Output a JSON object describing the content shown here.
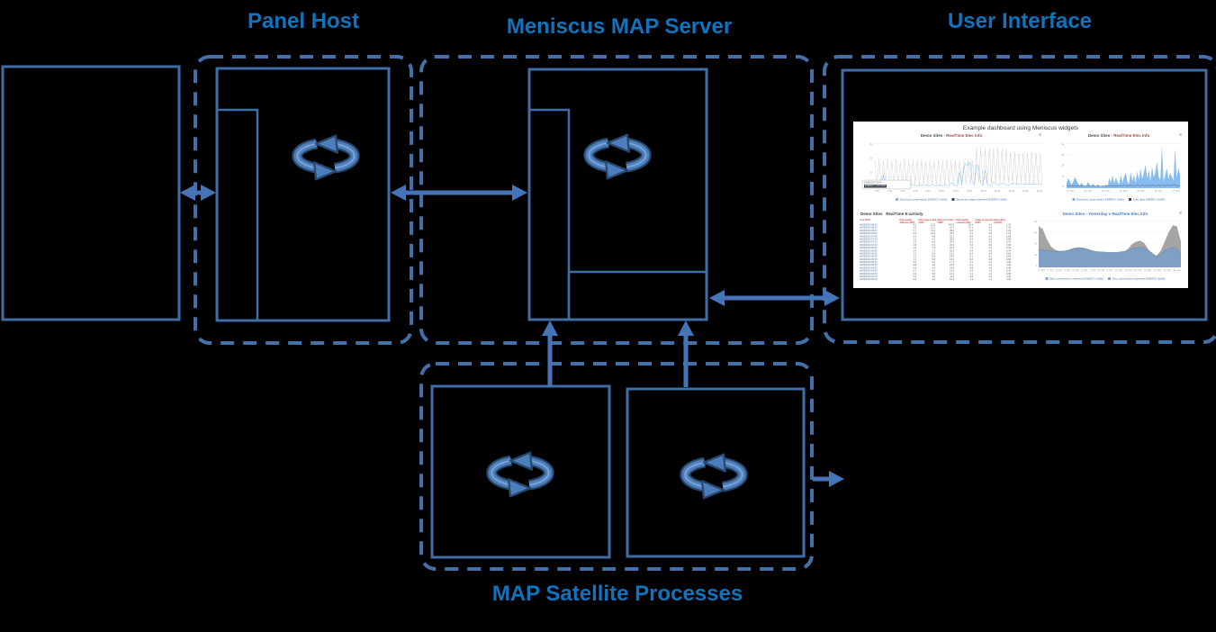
{
  "colors": {
    "background": "#000000",
    "title_blue": "#1273BD",
    "box_border": "#3F6DA6",
    "dashed_border": "#4470A8",
    "arrow": "#4574B8",
    "icon_main": "#4C7EBB",
    "icon_dark": "#27496F",
    "icon_light": "#7FA8D9",
    "table_red": "#C00000",
    "link_blue": "#3B6FB5"
  },
  "labels": {
    "panel_host": "Panel Host",
    "map_server": "Meniscus MAP Server",
    "user_interface": "User Interface",
    "satellites": "MAP Satellite Processes"
  },
  "icons": {
    "sync": "sync-cycle-arrows",
    "menu": "hamburger-menu"
  },
  "dashboard": {
    "title": "Example dashboard using Meniscus widgets",
    "charts": {
      "tl": {
        "title_a": "Demo Sites -",
        "title_b": "RealTime Elec Info",
        "menu_icon": "≡",
        "y_ticks": [
          "3k",
          "2k",
          "1k",
          "0"
        ],
        "x_ticks": [
          "0:00",
          "2:00",
          "4:00",
          "6:00",
          "8:00",
          "10:00",
          "12:00",
          "14:00",
          "16:00",
          "18:00",
          "20:00",
          "22:00",
          "24:00"
        ],
        "gray": [
          62,
          8,
          64,
          6,
          60,
          10,
          66,
          8,
          62,
          6,
          64,
          9,
          60,
          7,
          65,
          8,
          62,
          6,
          63,
          9,
          61,
          7,
          64,
          8,
          60,
          6,
          65,
          9,
          62,
          7,
          63,
          8,
          61,
          6,
          64,
          9,
          62,
          7,
          60,
          8,
          63,
          6,
          65,
          9,
          61,
          7,
          62,
          8,
          88,
          12,
          90,
          10,
          86,
          14,
          89,
          11,
          87,
          12,
          90,
          10,
          88,
          13,
          86,
          11,
          78,
          10,
          80,
          8,
          76,
          12,
          79,
          9,
          77,
          10,
          80,
          8,
          78,
          11,
          76,
          9
        ],
        "blue": [
          6,
          5,
          7,
          6,
          30,
          6,
          5,
          7,
          6,
          5,
          8,
          6,
          5,
          7,
          9,
          6,
          5,
          8,
          6,
          7,
          5,
          6,
          8,
          5,
          7,
          6,
          5,
          9,
          6,
          5,
          7,
          6,
          5,
          8,
          6,
          5,
          12,
          8,
          6,
          5,
          36,
          10,
          44,
          55,
          50,
          58,
          12,
          8,
          52,
          48,
          10,
          6,
          40,
          8,
          6,
          5,
          14,
          10,
          8,
          6,
          12,
          9,
          7,
          6,
          10,
          8,
          12,
          9,
          8,
          10,
          9,
          8,
          10,
          9,
          8,
          9,
          10,
          8,
          9,
          8
        ],
        "tooltip": {
          "line1": "03/09/2014 23:45",
          "line2": "ENERGY 1,024 kWh"
        },
        "legend": [
          {
            "color": "#7CB5EC",
            "label": "Electricity consumption ENERGY (kWh)"
          },
          {
            "color": "#434348",
            "label": "Electricity usage expected ENERGY (kWh)"
          }
        ]
      },
      "tr": {
        "title_a": "Demo Sites -",
        "title_b": "RealTime Elec Info",
        "menu_icon": "≡",
        "y_ticks": [
          "4k",
          "3k",
          "2k",
          "1k",
          "0"
        ],
        "x_ticks": [
          "21. Nov",
          "22. Nov",
          "23. Nov",
          "24. Nov",
          "25. Nov",
          "26. Nov",
          "27. Nov"
        ],
        "blue": [
          12,
          22,
          16,
          8,
          14,
          25,
          18,
          10,
          6,
          12,
          8,
          4,
          6,
          14,
          8,
          4,
          10,
          6,
          4,
          8,
          5,
          3,
          6,
          4,
          8,
          5,
          22,
          12,
          28,
          10,
          24,
          14,
          8,
          30,
          12,
          26,
          34,
          14,
          10,
          36,
          16,
          30,
          12,
          38,
          18,
          44,
          20,
          34,
          52,
          22,
          40,
          16,
          48,
          24,
          36,
          58,
          26,
          18,
          92,
          14,
          30,
          44,
          20,
          34,
          26,
          16,
          88,
          22,
          46,
          30
        ],
        "dark": [
          4,
          5,
          4,
          6,
          4,
          5,
          6,
          4,
          5,
          4,
          6,
          5,
          4,
          5,
          6,
          4,
          5,
          4,
          5,
          6,
          4,
          5,
          4,
          6,
          5,
          4,
          5,
          6,
          5,
          4,
          6,
          5,
          4,
          6,
          5,
          7,
          5,
          6,
          4,
          7,
          5,
          6,
          5,
          7,
          6,
          5,
          7,
          6,
          5,
          7,
          6,
          5,
          6,
          7,
          5,
          6,
          7,
          5,
          8,
          6,
          5,
          7,
          6,
          5,
          7,
          6,
          8,
          6,
          5,
          6
        ],
        "legend": [
          {
            "color": "#7CB5EC",
            "label": "Electricity consumption ENERGY (kWh)"
          },
          {
            "color": "#434348",
            "label": "Total daily ENERGY (kWh)"
          }
        ]
      },
      "br": {
        "title": "Demo Sites - Yesterday v RealTime Elec Info",
        "menu_icon": "≡",
        "y_ticks": [
          "80",
          "60",
          "40",
          "20",
          "0"
        ],
        "x_ticks": [
          "1. Nov",
          "2. Nov",
          "3. Nov",
          "4. Nov",
          "5. Nov",
          "6. Nov",
          "7. Nov",
          "8. Nov",
          "9. Nov",
          "10. Nov",
          "11. Nov",
          "12. Nov",
          "13. Nov",
          "14. Nov",
          "15. Nov",
          "16. Nov"
        ],
        "gray": [
          88,
          82,
          60,
          45,
          38,
          35,
          34,
          36,
          40,
          42,
          43,
          42,
          40,
          36,
          33,
          32,
          31,
          31,
          30,
          30,
          31,
          33,
          40,
          50,
          55,
          57,
          52,
          38,
          30,
          25,
          35,
          55,
          75,
          90,
          88,
          55
        ],
        "blue": [
          38,
          37,
          36,
          35,
          34,
          34,
          35,
          36,
          38,
          40,
          41,
          40,
          38,
          36,
          34,
          33,
          33,
          32,
          32,
          32,
          33,
          34,
          36,
          40,
          42,
          43,
          41,
          36,
          30,
          22,
          28,
          36,
          40,
          42,
          40,
          30
        ],
        "legend": [
          {
            "color": "#7CA0C7",
            "label": "Elec consumption measured ENERGY (kWh)"
          },
          {
            "color": "#9C9C9C",
            "label": "Elec consumption expected ENERGY (kWh)"
          }
        ]
      }
    },
    "table": {
      "title_left": "Demo Sites",
      "title_right": "RealTime E-activity",
      "headers": [
        "as at 09:00",
        "Daily reading difference (kWh)",
        "Daily usage to date (kWh)",
        "Daily cost to date (GBP)",
        "Daily reading expected (kWh)",
        "Usage vs expected (kWh)",
        "Daily carbon (kgCO2)"
      ],
      "rows": [
        [
          "04/09/2014 08:45",
          "4.2",
          "13.6",
          "44.07",
          "10.4",
          "9.4",
          "1.37"
        ],
        [
          "04/09/2014 08:30",
          "3.8",
          "12.1",
          "41.2",
          "10.1",
          "8.2",
          "1.29"
        ],
        [
          "04/09/2014 08:15",
          "3.1",
          "11.4",
          "38.6",
          "9.8",
          "7.5",
          "1.21"
        ],
        [
          "04/09/2014 08:00",
          "2.9",
          "10.2",
          "35.4",
          "9.2",
          "6.8",
          "1.14"
        ],
        [
          "04/09/2014 07:45",
          "2.6",
          "9.8",
          "33.1",
          "8.9",
          "6.1",
          "1.08"
        ],
        [
          "04/09/2014 07:30",
          "2.2",
          "9.1",
          "30.8",
          "8.4",
          "5.6",
          "0.98"
        ],
        [
          "04/09/2014 07:15",
          "2.0",
          "8.6",
          "28.4",
          "8.1",
          "5.2",
          "0.91"
        ],
        [
          "04/09/2014 07:00",
          "1.8",
          "8.2",
          "26.2",
          "7.8",
          "4.8",
          "0.86"
        ],
        [
          "04/09/2014 06:45",
          "1.5",
          "7.6",
          "24.1",
          "7.2",
          "4.2",
          "0.79"
        ],
        [
          "04/09/2014 06:30",
          "1.4",
          "7.1",
          "22.6",
          "6.9",
          "3.9",
          "0.74"
        ],
        [
          "04/09/2014 06:15",
          "1.2",
          "6.8",
          "21.2",
          "6.4",
          "3.4",
          "0.69"
        ],
        [
          "04/09/2014 06:00",
          "1.1",
          "6.2",
          "19.8",
          "6.1",
          "3.1",
          "0.64"
        ],
        [
          "04/09/2014 05:45",
          "1.0",
          "5.8",
          "18.4",
          "5.8",
          "2.8",
          "0.58"
        ],
        [
          "04/09/2014 05:30",
          "0.9",
          "5.2",
          "17.1",
          "5.4",
          "2.4",
          "0.54"
        ],
        [
          "04/09/2014 05:15",
          "0.8",
          "4.8",
          "15.8",
          "5.1",
          "2.1",
          "0.49"
        ],
        [
          "04/09/2014 05:00",
          "0.8",
          "4.4",
          "14.6",
          "4.8",
          "1.9",
          "0.45"
        ],
        [
          "04/09/2014 04:45",
          "0.7",
          "4.1",
          "13.2",
          "4.4",
          "1.6",
          "0.41"
        ],
        [
          "04/09/2014 04:30",
          "0.6",
          "3.8",
          "12.1",
          "4.1",
          "1.4",
          "0.38"
        ],
        [
          "04/09/2014 04:15",
          "0.6",
          "3.4",
          "11.2",
          "3.8",
          "1.2",
          "0.34"
        ],
        [
          "04/09/2014 04:00",
          "0.5",
          "3.1",
          "10.4",
          "3.4",
          "1.1",
          "0.31"
        ]
      ]
    }
  }
}
